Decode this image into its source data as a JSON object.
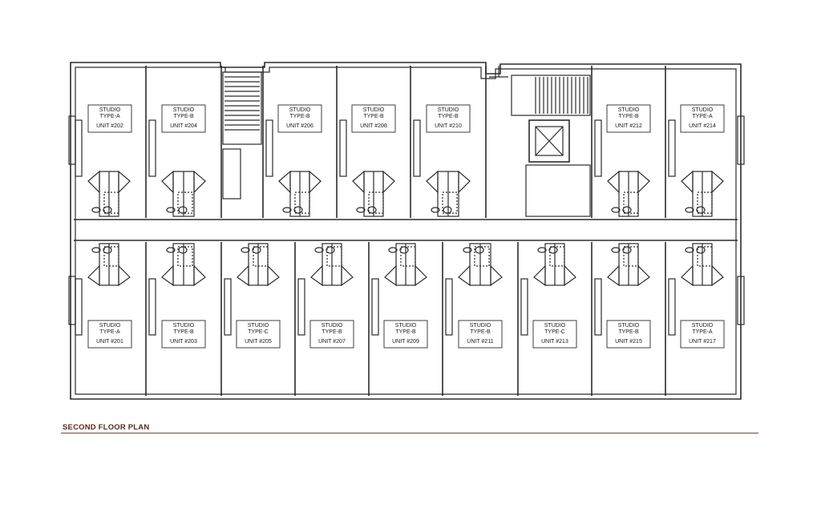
{
  "caption": "SECOND FLOOR PLAN",
  "colors": {
    "line": "#2b2b2b",
    "caption": "#5a2a1e",
    "rule": "#6b4a3a"
  },
  "units_top": [
    {
      "type_line1": "STUDIO",
      "type_line2": "TYPE-A",
      "unit": "UNIT #202"
    },
    {
      "type_line1": "STUDIO",
      "type_line2": "TYPE-B",
      "unit": "UNIT #204"
    },
    {
      "type_line1": "STUDIO",
      "type_line2": "TYPE-B",
      "unit": "UNIT #206"
    },
    {
      "type_line1": "STUDIO",
      "type_line2": "TYPE-B",
      "unit": "UNIT #208"
    },
    {
      "type_line1": "STUDIO",
      "type_line2": "TYPE-B",
      "unit": "UNIT #210"
    },
    {
      "type_line1": "STUDIO",
      "type_line2": "TYPE-B",
      "unit": "UNIT #212"
    },
    {
      "type_line1": "STUDIO",
      "type_line2": "TYPE-A",
      "unit": "UNIT #214"
    }
  ],
  "units_bottom": [
    {
      "type_line1": "STUDIO",
      "type_line2": "TYPE-A",
      "unit": "UNIT #201"
    },
    {
      "type_line1": "STUDIO",
      "type_line2": "TYPE-B",
      "unit": "UNIT #203"
    },
    {
      "type_line1": "STUDIO",
      "type_line2": "TYPE-C",
      "unit": "UNIT #205"
    },
    {
      "type_line1": "STUDIO",
      "type_line2": "TYPE-B",
      "unit": "UNIT #207"
    },
    {
      "type_line1": "STUDIO",
      "type_line2": "TYPE-B",
      "unit": "UNIT #209"
    },
    {
      "type_line1": "STUDIO",
      "type_line2": "TYPE-B",
      "unit": "UNIT #211"
    },
    {
      "type_line1": "STUDIO",
      "type_line2": "TYPE-C",
      "unit": "UNIT #213"
    },
    {
      "type_line1": "STUDIO",
      "type_line2": "TYPE-B",
      "unit": "UNIT #215"
    },
    {
      "type_line1": "STUDIO",
      "type_line2": "TYPE-A",
      "unit": "UNIT #217"
    }
  ]
}
